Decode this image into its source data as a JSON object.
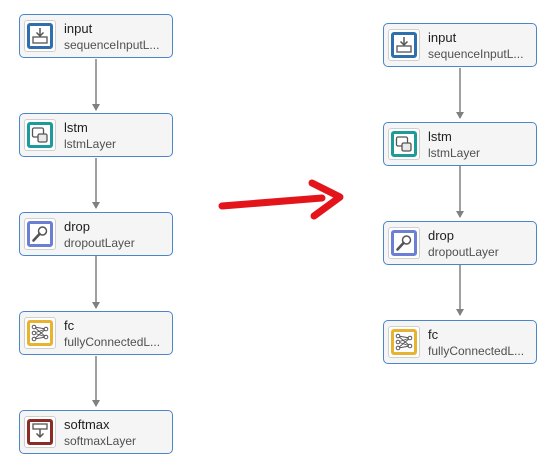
{
  "colors": {
    "node_border": "#4a86c8",
    "node_fill": "#f5f5f5",
    "wire": "#808080",
    "arrow": "#e3151b",
    "input_icon": "#2f6fae",
    "lstm_icon": "#1b9b9a",
    "dropout_icon": "#6c7fd6",
    "fc_icon": "#e7b330",
    "softmax_icon": "#8c2a26"
  },
  "left_network": {
    "layers": [
      {
        "name": "input",
        "type": "sequenceInputL...",
        "icon": "input-layer-icon"
      },
      {
        "name": "lstm",
        "type": "lstmLayer",
        "icon": "lstm-layer-icon"
      },
      {
        "name": "drop",
        "type": "dropoutLayer",
        "icon": "dropout-layer-icon"
      },
      {
        "name": "fc",
        "type": "fullyConnectedL...",
        "icon": "fully-connected-layer-icon"
      },
      {
        "name": "softmax",
        "type": "softmaxLayer",
        "icon": "softmax-layer-icon"
      }
    ]
  },
  "right_network": {
    "layers": [
      {
        "name": "input",
        "type": "sequenceInputL...",
        "icon": "input-layer-icon"
      },
      {
        "name": "lstm",
        "type": "lstmLayer",
        "icon": "lstm-layer-icon"
      },
      {
        "name": "drop",
        "type": "dropoutLayer",
        "icon": "dropout-layer-icon"
      },
      {
        "name": "fc",
        "type": "fullyConnectedL...",
        "icon": "fully-connected-layer-icon"
      }
    ]
  },
  "transition_arrow": {
    "icon": "red-arrow-icon"
  }
}
